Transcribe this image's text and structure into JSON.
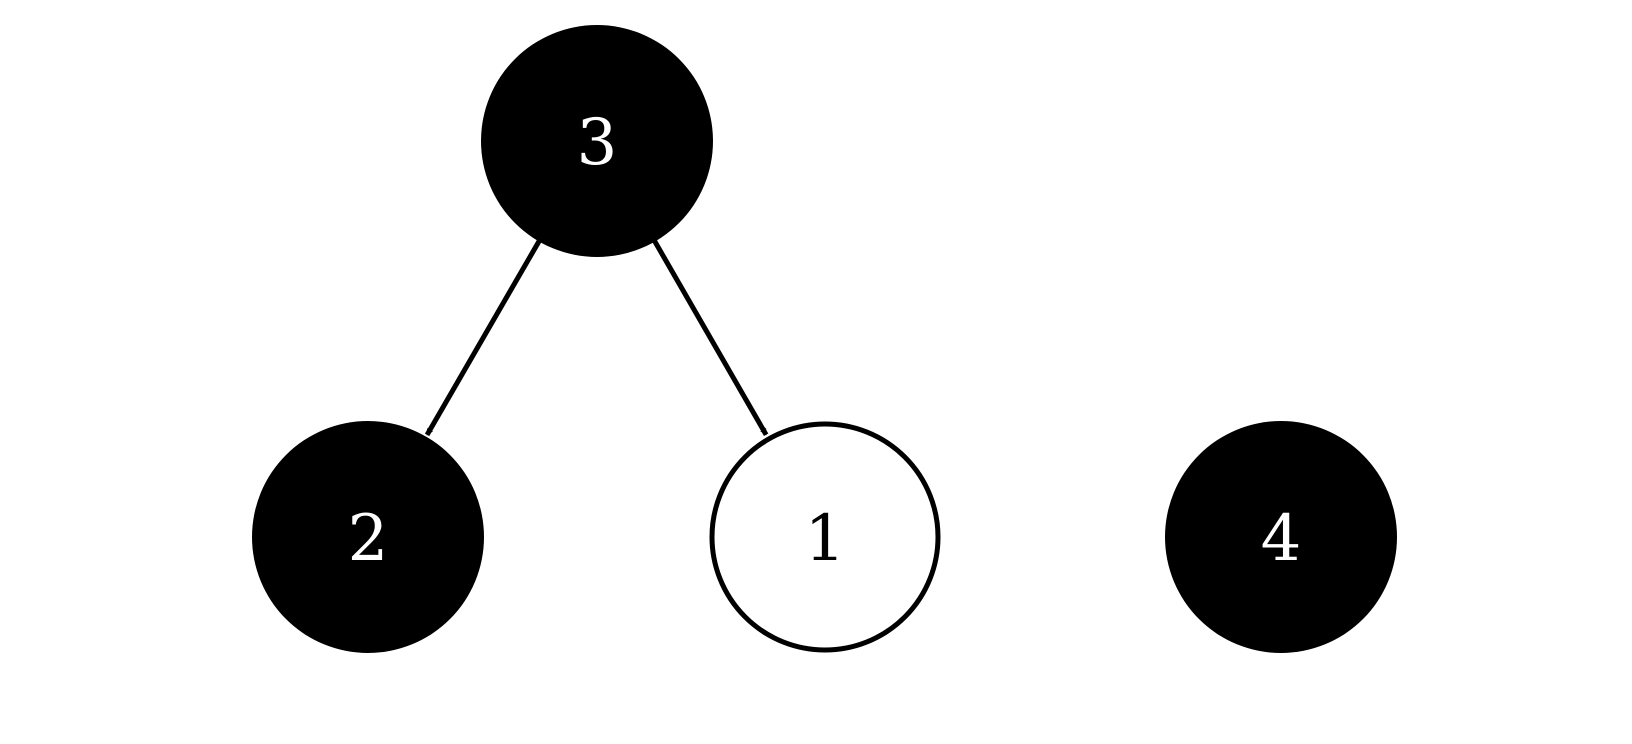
{
  "diagram": {
    "type": "directed-graph",
    "colors": {
      "filled_node": "#000000",
      "filled_text": "#ffffff",
      "empty_node_fill": "#ffffff",
      "empty_node_stroke": "#000000",
      "empty_text": "#000000",
      "edge": "#000000"
    },
    "nodes": [
      {
        "id": "3",
        "label": "3",
        "filled": true
      },
      {
        "id": "2",
        "label": "2",
        "filled": true
      },
      {
        "id": "1",
        "label": "1",
        "filled": false
      },
      {
        "id": "4",
        "label": "4",
        "filled": true
      }
    ],
    "edges": [
      {
        "from": "3",
        "to": "2"
      },
      {
        "from": "3",
        "to": "1"
      }
    ]
  }
}
